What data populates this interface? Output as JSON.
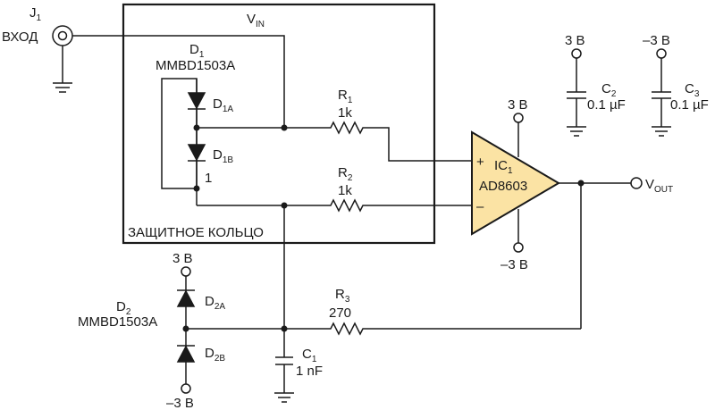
{
  "input": {
    "connector": "J",
    "connector_sub": "1",
    "label": "ВХОД"
  },
  "vin": {
    "label": "V",
    "sub": "IN"
  },
  "d1": {
    "name": "D",
    "name_sub": "1",
    "part": "MMBD1503A",
    "a": "D",
    "a_sub": "1A",
    "b": "D",
    "b_sub": "1B",
    "node": "1"
  },
  "r1": {
    "name": "R",
    "sub": "1",
    "value": "1k"
  },
  "r2": {
    "name": "R",
    "sub": "2",
    "value": "1k"
  },
  "r3": {
    "name": "R",
    "sub": "3",
    "value": "270"
  },
  "guard": {
    "label": "ЗАЩИТНОЕ КОЛЬЦО"
  },
  "opamp": {
    "name": "IC",
    "name_sub": "1",
    "part": "AD8603",
    "plus": "+",
    "minus": "–",
    "vpos": "3 В",
    "vneg": "–3 В"
  },
  "output": {
    "label": "V",
    "sub": "OUT"
  },
  "c2": {
    "supply": "3 В",
    "name": "C",
    "sub": "2",
    "value": "0.1 µF"
  },
  "c3": {
    "supply": "–3 В",
    "name": "C",
    "sub": "3",
    "value": "0.1 µF"
  },
  "d2": {
    "name": "D",
    "name_sub": "2",
    "part": "MMBD1503A",
    "a": "D",
    "a_sub": "2A",
    "b": "D",
    "b_sub": "2B",
    "top": "3 В",
    "bottom": "–3 В"
  },
  "c1": {
    "name": "C",
    "sub": "1",
    "value": "1 nF"
  }
}
